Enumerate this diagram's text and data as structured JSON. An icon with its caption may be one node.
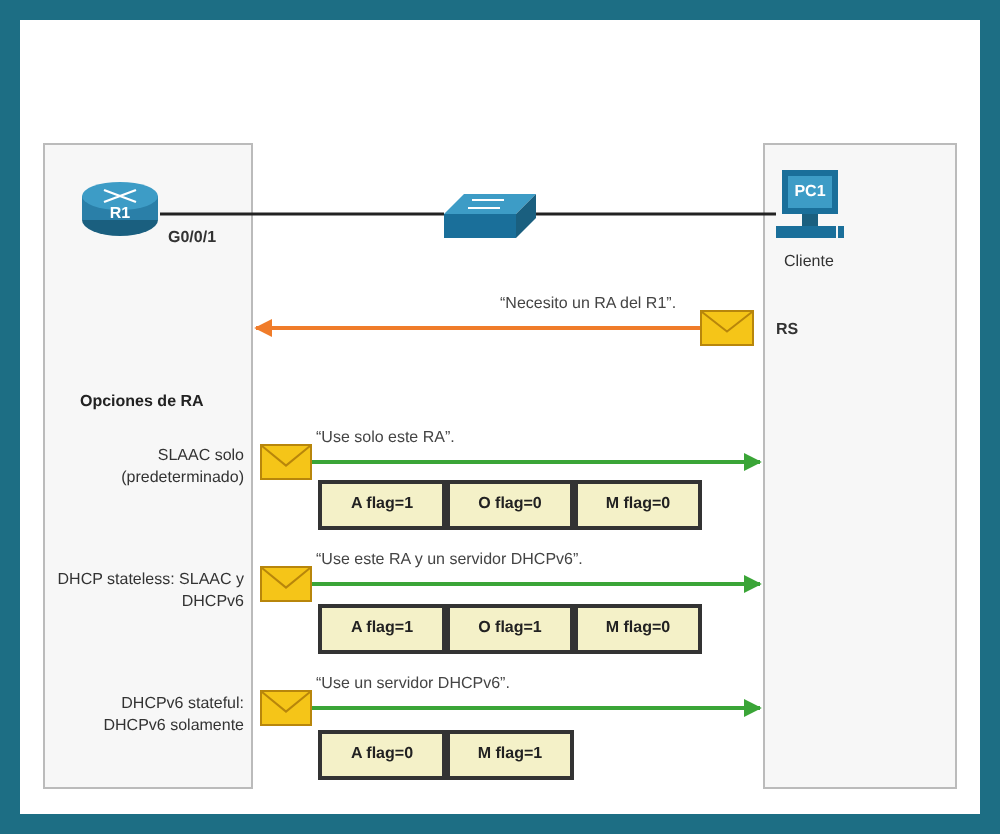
{
  "diagram": {
    "nodes": [
      {
        "text": [
          "R1"
        ],
        "beside": [
          "G0/0/1"
        ]
      },
      {
        "text": [],
        "shape": "picture"
      },
      {
        "text": [
          "PC1"
        ],
        "beside": [
          "Cliente"
        ]
      },
      {
        "text": [],
        "shape": "envelope",
        "beside": [
          "RS"
        ]
      },
      {
        "text": [],
        "shape": "envelope"
      },
      {
        "text": [],
        "shape": "envelope"
      },
      {
        "text": [],
        "shape": "envelope"
      }
    ],
    "edges": [
      {
        "from": 0,
        "to": 1,
        "arrow": "none",
        "color": "#222222"
      },
      {
        "from": 1,
        "to": 2,
        "arrow": "none",
        "color": "#222222"
      },
      {
        "from": 3,
        "to": null,
        "arrow": "to",
        "label": "“Necesito un RA del R1”.",
        "color": "#f07c2a"
      },
      {
        "from": 4,
        "to": null,
        "arrow": "to",
        "label": "“Use solo este RA”."
      },
      {
        "from": 5,
        "to": null,
        "arrow": "to",
        "label": "“Use este RA y un servidor DHCPv6”."
      },
      {
        "from": 6,
        "to": null,
        "arrow": "to",
        "label": "“Use un servidor DHCPv6”."
      }
    ],
    "labels": [
      "Opciones de RA",
      "SLAAC solo (predeterminado)",
      "A flag=1",
      "O flag=0",
      "M flag=0",
      "DHCP stateless: SLAAC y DHCPv6",
      "A flag=1",
      "O flag=1",
      "M flag=0",
      "DHCPv6 stateful: DHCPv6 solamente",
      "A flag=0",
      "M flag=1"
    ]
  }
}
